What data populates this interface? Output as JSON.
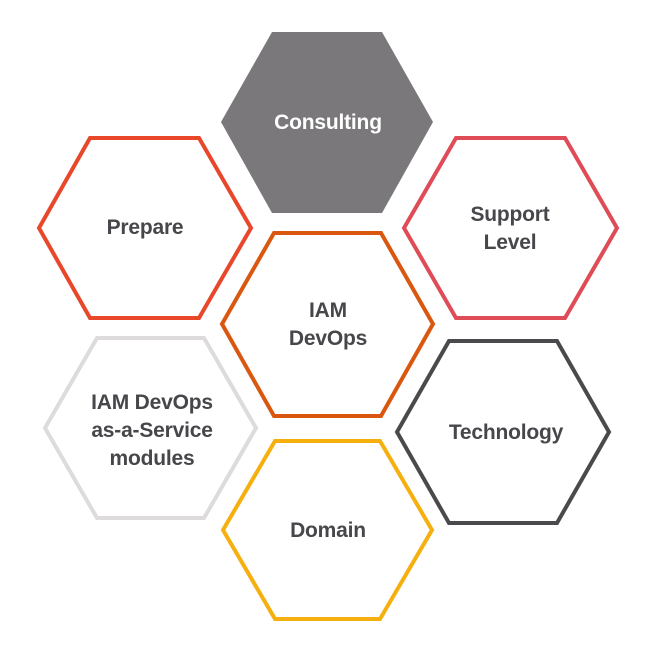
{
  "diagram": {
    "type": "hexagon-cluster",
    "center": {
      "id": "iam-devops",
      "lines": [
        "IAM",
        "DevOps"
      ],
      "color": "#d9570f",
      "style": "outline"
    },
    "nodes": [
      {
        "id": "consulting",
        "lines": [
          "Consulting"
        ],
        "color": "#7a787b",
        "style": "filled",
        "text_color": "#ffffff"
      },
      {
        "id": "prepare",
        "lines": [
          "Prepare"
        ],
        "color": "#e8472a",
        "style": "outline"
      },
      {
        "id": "support-level",
        "lines": [
          "Support",
          "Level"
        ],
        "color": "#e04b58",
        "style": "outline"
      },
      {
        "id": "iam-devops-aas",
        "lines": [
          "IAM DevOps",
          "as-a-Service",
          "modules"
        ],
        "color": "#dddbdc",
        "style": "outline"
      },
      {
        "id": "technology",
        "lines": [
          "Technology"
        ],
        "color": "#4a4a4d",
        "style": "outline"
      },
      {
        "id": "domain",
        "lines": [
          "Domain"
        ],
        "color": "#f5b010",
        "style": "outline"
      }
    ],
    "text_color": "#47474b"
  }
}
